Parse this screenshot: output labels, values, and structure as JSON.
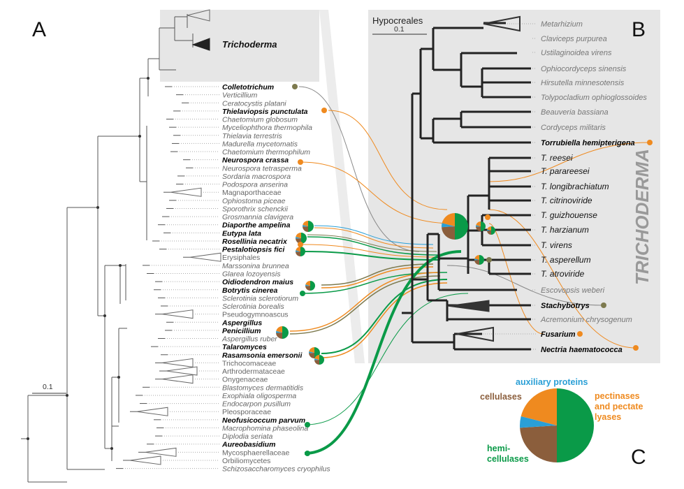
{
  "panels": {
    "a": "A",
    "b": "B",
    "c": "C"
  },
  "scale": {
    "left": "0.1",
    "right": "0.1"
  },
  "hypocreales": "Hypocreales",
  "trichoderma_clade": "Trichoderma",
  "trichoderma_vertical": "TRICHODERMA",
  "left_taxa": [
    {
      "name": "Colletotrichum",
      "bold": true
    },
    {
      "name": "Verticillium",
      "bold": false
    },
    {
      "name": "Ceratocystis platani",
      "bold": false
    },
    {
      "name": "Thielaviopsis punctulata",
      "bold": true
    },
    {
      "name": "Chaetomium globosum",
      "bold": false
    },
    {
      "name": "Myceliophthora thermophila",
      "bold": false
    },
    {
      "name": "Thielavia terrestris",
      "bold": false
    },
    {
      "name": "Madurella mycetomatis",
      "bold": false
    },
    {
      "name": "Chaetomium thermophilum",
      "bold": false
    },
    {
      "name": "Neurospora crassa",
      "bold": true
    },
    {
      "name": "Neurospora tetrasperma",
      "bold": false
    },
    {
      "name": "Sordaria macrospora",
      "bold": false
    },
    {
      "name": "Podospora anserina",
      "bold": false
    },
    {
      "name": "Magnaporthaceae",
      "bold": false,
      "plain": true
    },
    {
      "name": "Ophiostoma piceae",
      "bold": false
    },
    {
      "name": "Sporothrix schenckii",
      "bold": false
    },
    {
      "name": "Grosmannia clavigera",
      "bold": false
    },
    {
      "name": "Diaporthe ampelina",
      "bold": true
    },
    {
      "name": "Eutypa lata",
      "bold": true
    },
    {
      "name": "Rosellinia necatrix",
      "bold": true
    },
    {
      "name": "Pestalotiopsis fici",
      "bold": true
    },
    {
      "name": "Erysiphales",
      "bold": false,
      "plain": true
    },
    {
      "name": "Marssonina brunnea",
      "bold": false
    },
    {
      "name": "Glarea lozoyensis",
      "bold": false
    },
    {
      "name": "Oidiodendron maius",
      "bold": true
    },
    {
      "name": "Botrytis cinerea",
      "bold": true
    },
    {
      "name": "Sclerotinia sclerotiorum",
      "bold": false
    },
    {
      "name": "Sclerotinia borealis",
      "bold": false
    },
    {
      "name": "Pseudogymnoascus",
      "bold": false,
      "plain": true
    },
    {
      "name": "Aspergillus",
      "bold": true
    },
    {
      "name": "Penicillium",
      "bold": true
    },
    {
      "name": "Aspergillus ruber",
      "bold": false
    },
    {
      "name": "Talaromyces",
      "bold": true
    },
    {
      "name": "Rasamsonia emersonii",
      "bold": true
    },
    {
      "name": "Trichocomaceae",
      "bold": false,
      "plain": true
    },
    {
      "name": "Arthrodermataceae",
      "bold": false,
      "plain": true
    },
    {
      "name": "Onygenaceae",
      "bold": false,
      "plain": true
    },
    {
      "name": "Blastomyces dermatitidis",
      "bold": false
    },
    {
      "name": "Exophiala oligosperma",
      "bold": false
    },
    {
      "name": "Endocarpon pusillum",
      "bold": false
    },
    {
      "name": "Pleosporaceae",
      "bold": false,
      "plain": true
    },
    {
      "name": "Neofusicoccum parvum",
      "bold": true
    },
    {
      "name": "Macrophomina phaseolina",
      "bold": false
    },
    {
      "name": "Diplodia seriata",
      "bold": false
    },
    {
      "name": "Aureobasidium",
      "bold": true
    },
    {
      "name": "Mycosphaerellaceae",
      "bold": false,
      "plain": true
    },
    {
      "name": "Orbiliomycetes",
      "bold": false,
      "plain": true
    },
    {
      "name": "Schizosaccharomyces cryophilus",
      "bold": false
    }
  ],
  "right_taxa": [
    {
      "name": "Metarhizium",
      "style": "rt"
    },
    {
      "name": "Claviceps purpurea",
      "style": "rt"
    },
    {
      "name": "Ustilaginoidea virens",
      "style": "rt"
    },
    {
      "name": "Ophiocordyceps sinensis",
      "style": "rt"
    },
    {
      "name": "Hirsutella minnesotensis",
      "style": "rt"
    },
    {
      "name": "Tolypocladium ophioglossoides",
      "style": "rt"
    },
    {
      "name": "Beauveria bassiana",
      "style": "rt"
    },
    {
      "name": "Cordyceps militaris",
      "style": "rt"
    },
    {
      "name": "Torrubiella hemipterigena",
      "style": "rb"
    },
    {
      "name": "T. reesei",
      "style": "rk"
    },
    {
      "name": "T. parareesei",
      "style": "rk"
    },
    {
      "name": "T. longibrachiatum",
      "style": "rk"
    },
    {
      "name": "T. citrinoviride",
      "style": "rk"
    },
    {
      "name": "T. guizhouense",
      "style": "rk"
    },
    {
      "name": "T. harzianum",
      "style": "rk"
    },
    {
      "name": "T. virens",
      "style": "rk"
    },
    {
      "name": "T. asperellum",
      "style": "rk"
    },
    {
      "name": "T. atroviride",
      "style": "rk"
    },
    {
      "name": "Escovopsis weberi",
      "style": "rt"
    },
    {
      "name": "Stachybotrys",
      "style": "rb"
    },
    {
      "name": "Acremonium chrysogenum",
      "style": "rt"
    },
    {
      "name": "Fusarium",
      "style": "rb"
    },
    {
      "name": "Nectria haematococca",
      "style": "rb"
    }
  ],
  "legend": {
    "auxiliary": "auxiliary proteins",
    "pectinases_1": "pectinases",
    "pectinases_2": "and pectate",
    "pectinases_3": "lyases",
    "cellulases": "cellulases",
    "hemi_1": "hemi-",
    "hemi_2": "cellulases"
  },
  "colors": {
    "cellulases": "#8b5e3c",
    "hemicellulases": "#0a9a48",
    "pectinases": "#ef8a1f",
    "auxiliary": "#2a9fd6",
    "olive": "#7d7a4e",
    "panel_bg": "#e6e6e6"
  },
  "pie_share": {
    "hemicellulases": 0.5,
    "cellulases": 0.24,
    "auxiliary": 0.05,
    "pectinases": 0.21
  }
}
